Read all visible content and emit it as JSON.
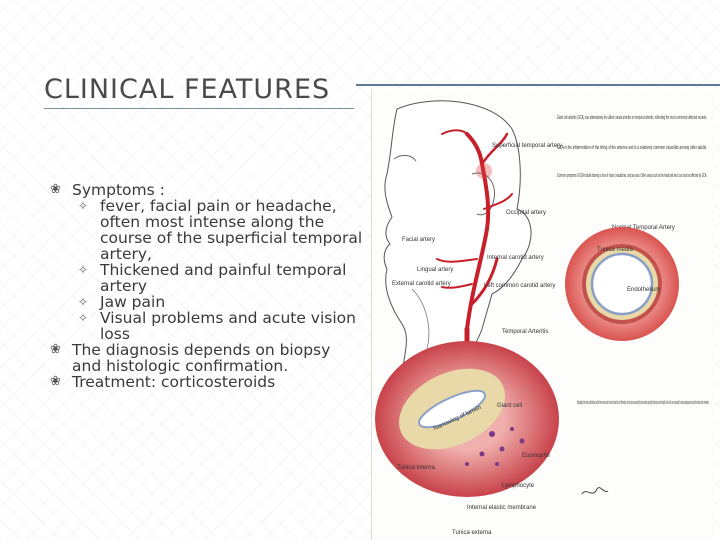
{
  "slide": {
    "title": "CLINICAL FEATURES",
    "bullets": {
      "symptoms": "Symptoms :",
      "sub_items": [
        "fever, facial pain or headache, often most intense along the course of the superficial temporal artery,",
        "Thickened and painful temporal artery",
        "Jaw pain",
        "Visual problems and acute vision loss"
      ],
      "diagnosis": "The diagnosis depends on biopsy and histologic confirmation.",
      "treatment": "Treatment: corticosteroids"
    }
  },
  "figure": {
    "captions": {
      "top_1": "Giant cell arteritis (GCA) can alternatively be called cranial arteritis or temporal arteritis, reflecting the most commonly affected vessels.",
      "top_2": "GCA is the inflammation of the lining of the arteries and is a relatively common vasculitis among older adults.",
      "top_3": "Common symptoms of GCA include blurring or loss of vision, headaches, and jaw pain. Other areas such as the head and neck can also be affected by GCA.",
      "bottom": "Histologically, the tunica media thickens and the lumen narrows due to tunica interna fibrosis. Inflammatory cells can be seen invading the tunica media, especially lymphocytes and eosinophils. Giant cells can occasionally be seen populating areas around the internal elastic membrane."
    },
    "labels": {
      "superficial_temporal_artery": "Superficial temporal artery",
      "occipital_artery": "Occipital artery",
      "facial_artery": "Facial artery",
      "internal_carotid_artery": "Internal carotid artery",
      "lingual_artery": "Lingual artery",
      "external_carotid_artery": "External carotid artery",
      "left_common_carotid_artery": "Left common carotid artery",
      "normal_temporal_artery": "Normal Temporal Artery",
      "tunica_media": "Tunica media",
      "endothelium": "Endothelium",
      "temporal_arteritis": "Temporal Arteritis",
      "narrowing_of_lumen": "Narrowing of lumen",
      "giant_cell": "Giant cell",
      "eosinophil": "Eosinophil",
      "tunica_interna": "Tunica interna",
      "lymphocyte": "Lymphocyte",
      "internal_elastic_membrane": "Internal elastic membrane",
      "tunica_externa": "Tunica externa"
    },
    "colors": {
      "artery_red": "#c8202a",
      "media_pink": "#e77a7a",
      "intima_tan": "#e9d9a8",
      "endothelium_blue": "#8a9fc8"
    }
  }
}
